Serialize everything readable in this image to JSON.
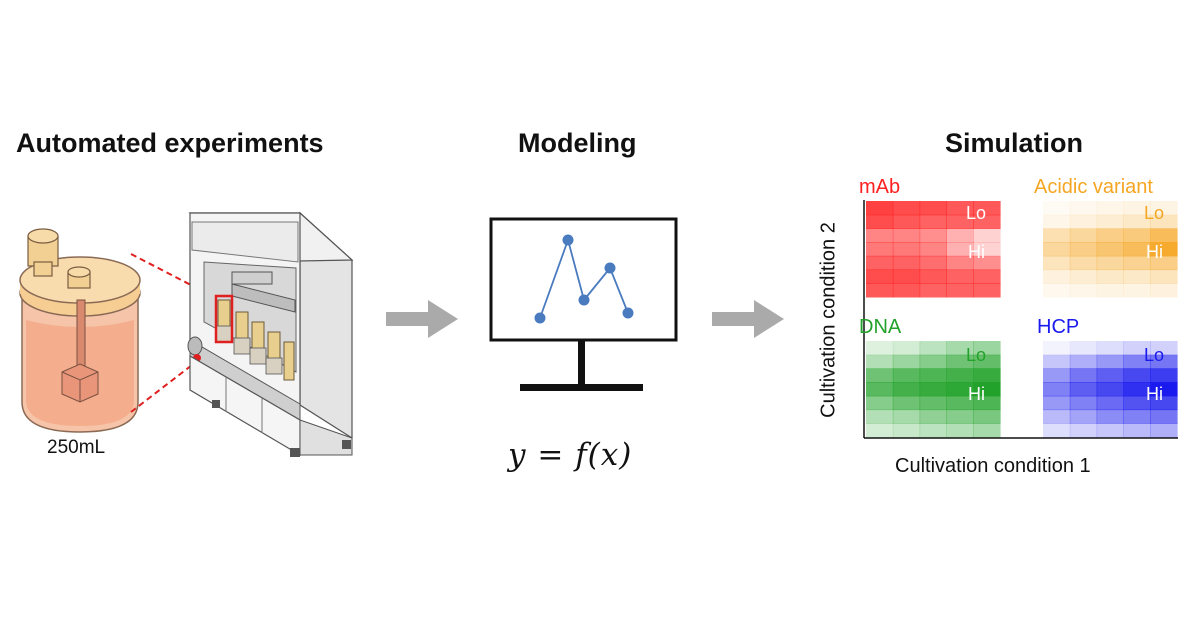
{
  "titles": {
    "experiments": "Automated experiments",
    "modeling": "Modeling",
    "simulation": "Simulation"
  },
  "experiments": {
    "volume_label": "250mL"
  },
  "modeling": {
    "equation": "y = f(x)"
  },
  "simulation": {
    "x_axis_label": "Cultivation condition 1",
    "y_axis_label": "Cultivation condition 2",
    "panels": [
      {
        "name": "mAb",
        "color": "#ff2020",
        "lo": "Lo",
        "hi": "Hi"
      },
      {
        "name": "Acidic variant",
        "color": "#f5a623",
        "lo": "Lo",
        "hi": "Hi"
      },
      {
        "name": "DNA",
        "color": "#22a22a",
        "lo": "Lo",
        "hi": "Hi"
      },
      {
        "name": "HCP",
        "color": "#1a1aee",
        "lo": "Lo",
        "hi": "Hi"
      }
    ]
  },
  "colors": {
    "arrow": "#aaaaaa",
    "line_series": "#4a7bbf",
    "highlight": "#e02020",
    "jar_lid": "#f7d29a"
  }
}
